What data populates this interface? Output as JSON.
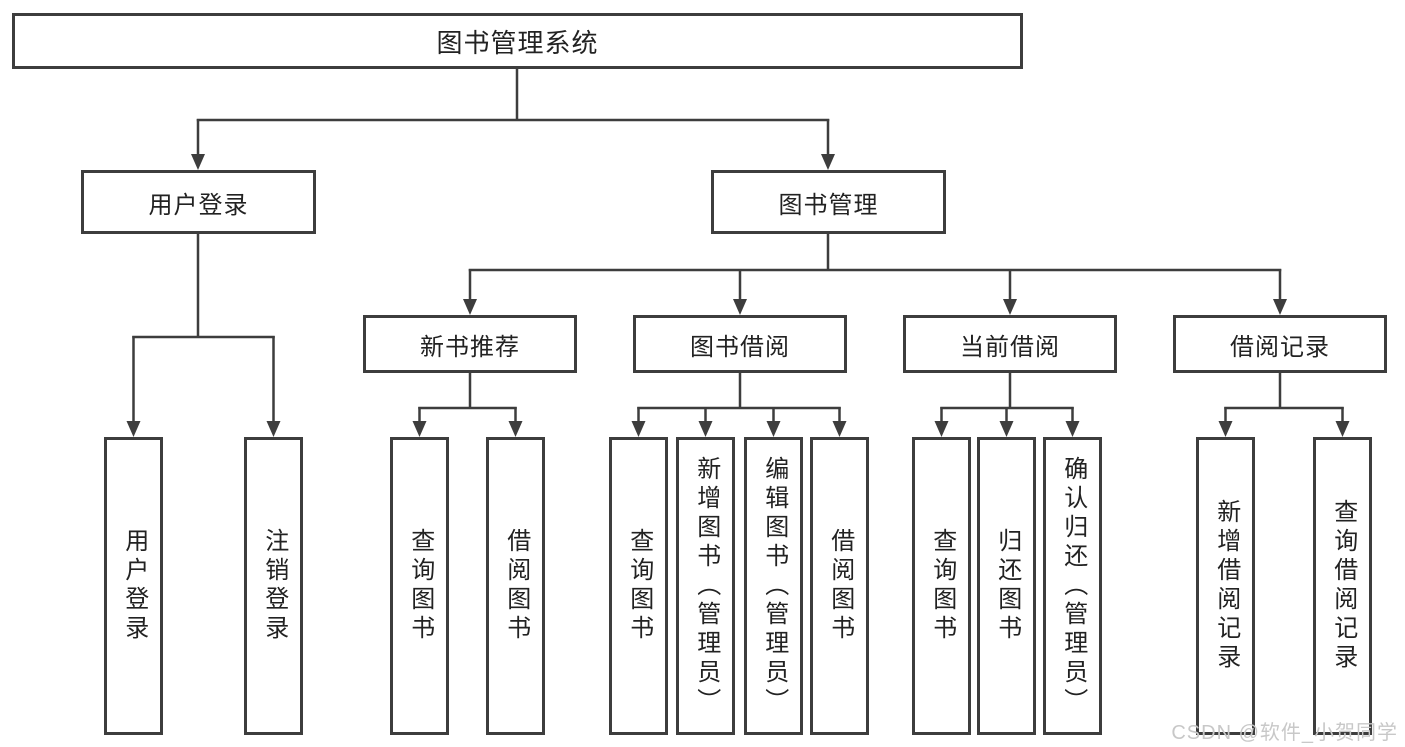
{
  "tree": {
    "root": {
      "label": "图书管理系统",
      "children": [
        {
          "label": "用户登录",
          "children": [
            {
              "label": "用户登录"
            },
            {
              "label": "注销登录"
            }
          ]
        },
        {
          "label": "图书管理",
          "children": [
            {
              "label": "新书推荐",
              "children": [
                {
                  "label": "查询图书"
                },
                {
                  "label": "借阅图书"
                }
              ]
            },
            {
              "label": "图书借阅",
              "children": [
                {
                  "label": "查询图书"
                },
                {
                  "label": "新增图书（管理员）"
                },
                {
                  "label": "编辑图书（管理员）"
                },
                {
                  "label": "借阅图书"
                }
              ]
            },
            {
              "label": "当前借阅",
              "children": [
                {
                  "label": "查询图书"
                },
                {
                  "label": "归还图书"
                },
                {
                  "label": "确认归还（管理员）"
                }
              ]
            },
            {
              "label": "借阅记录",
              "children": [
                {
                  "label": "新增借阅记录"
                },
                {
                  "label": "查询借阅记录"
                }
              ]
            }
          ]
        }
      ]
    }
  },
  "watermark": {
    "text": "CSDN @软件_小贺同学"
  },
  "colors": {
    "line": "#3d3d3d",
    "text": "#222222",
    "watermark": "#c8c8c8",
    "background": "#ffffff"
  }
}
